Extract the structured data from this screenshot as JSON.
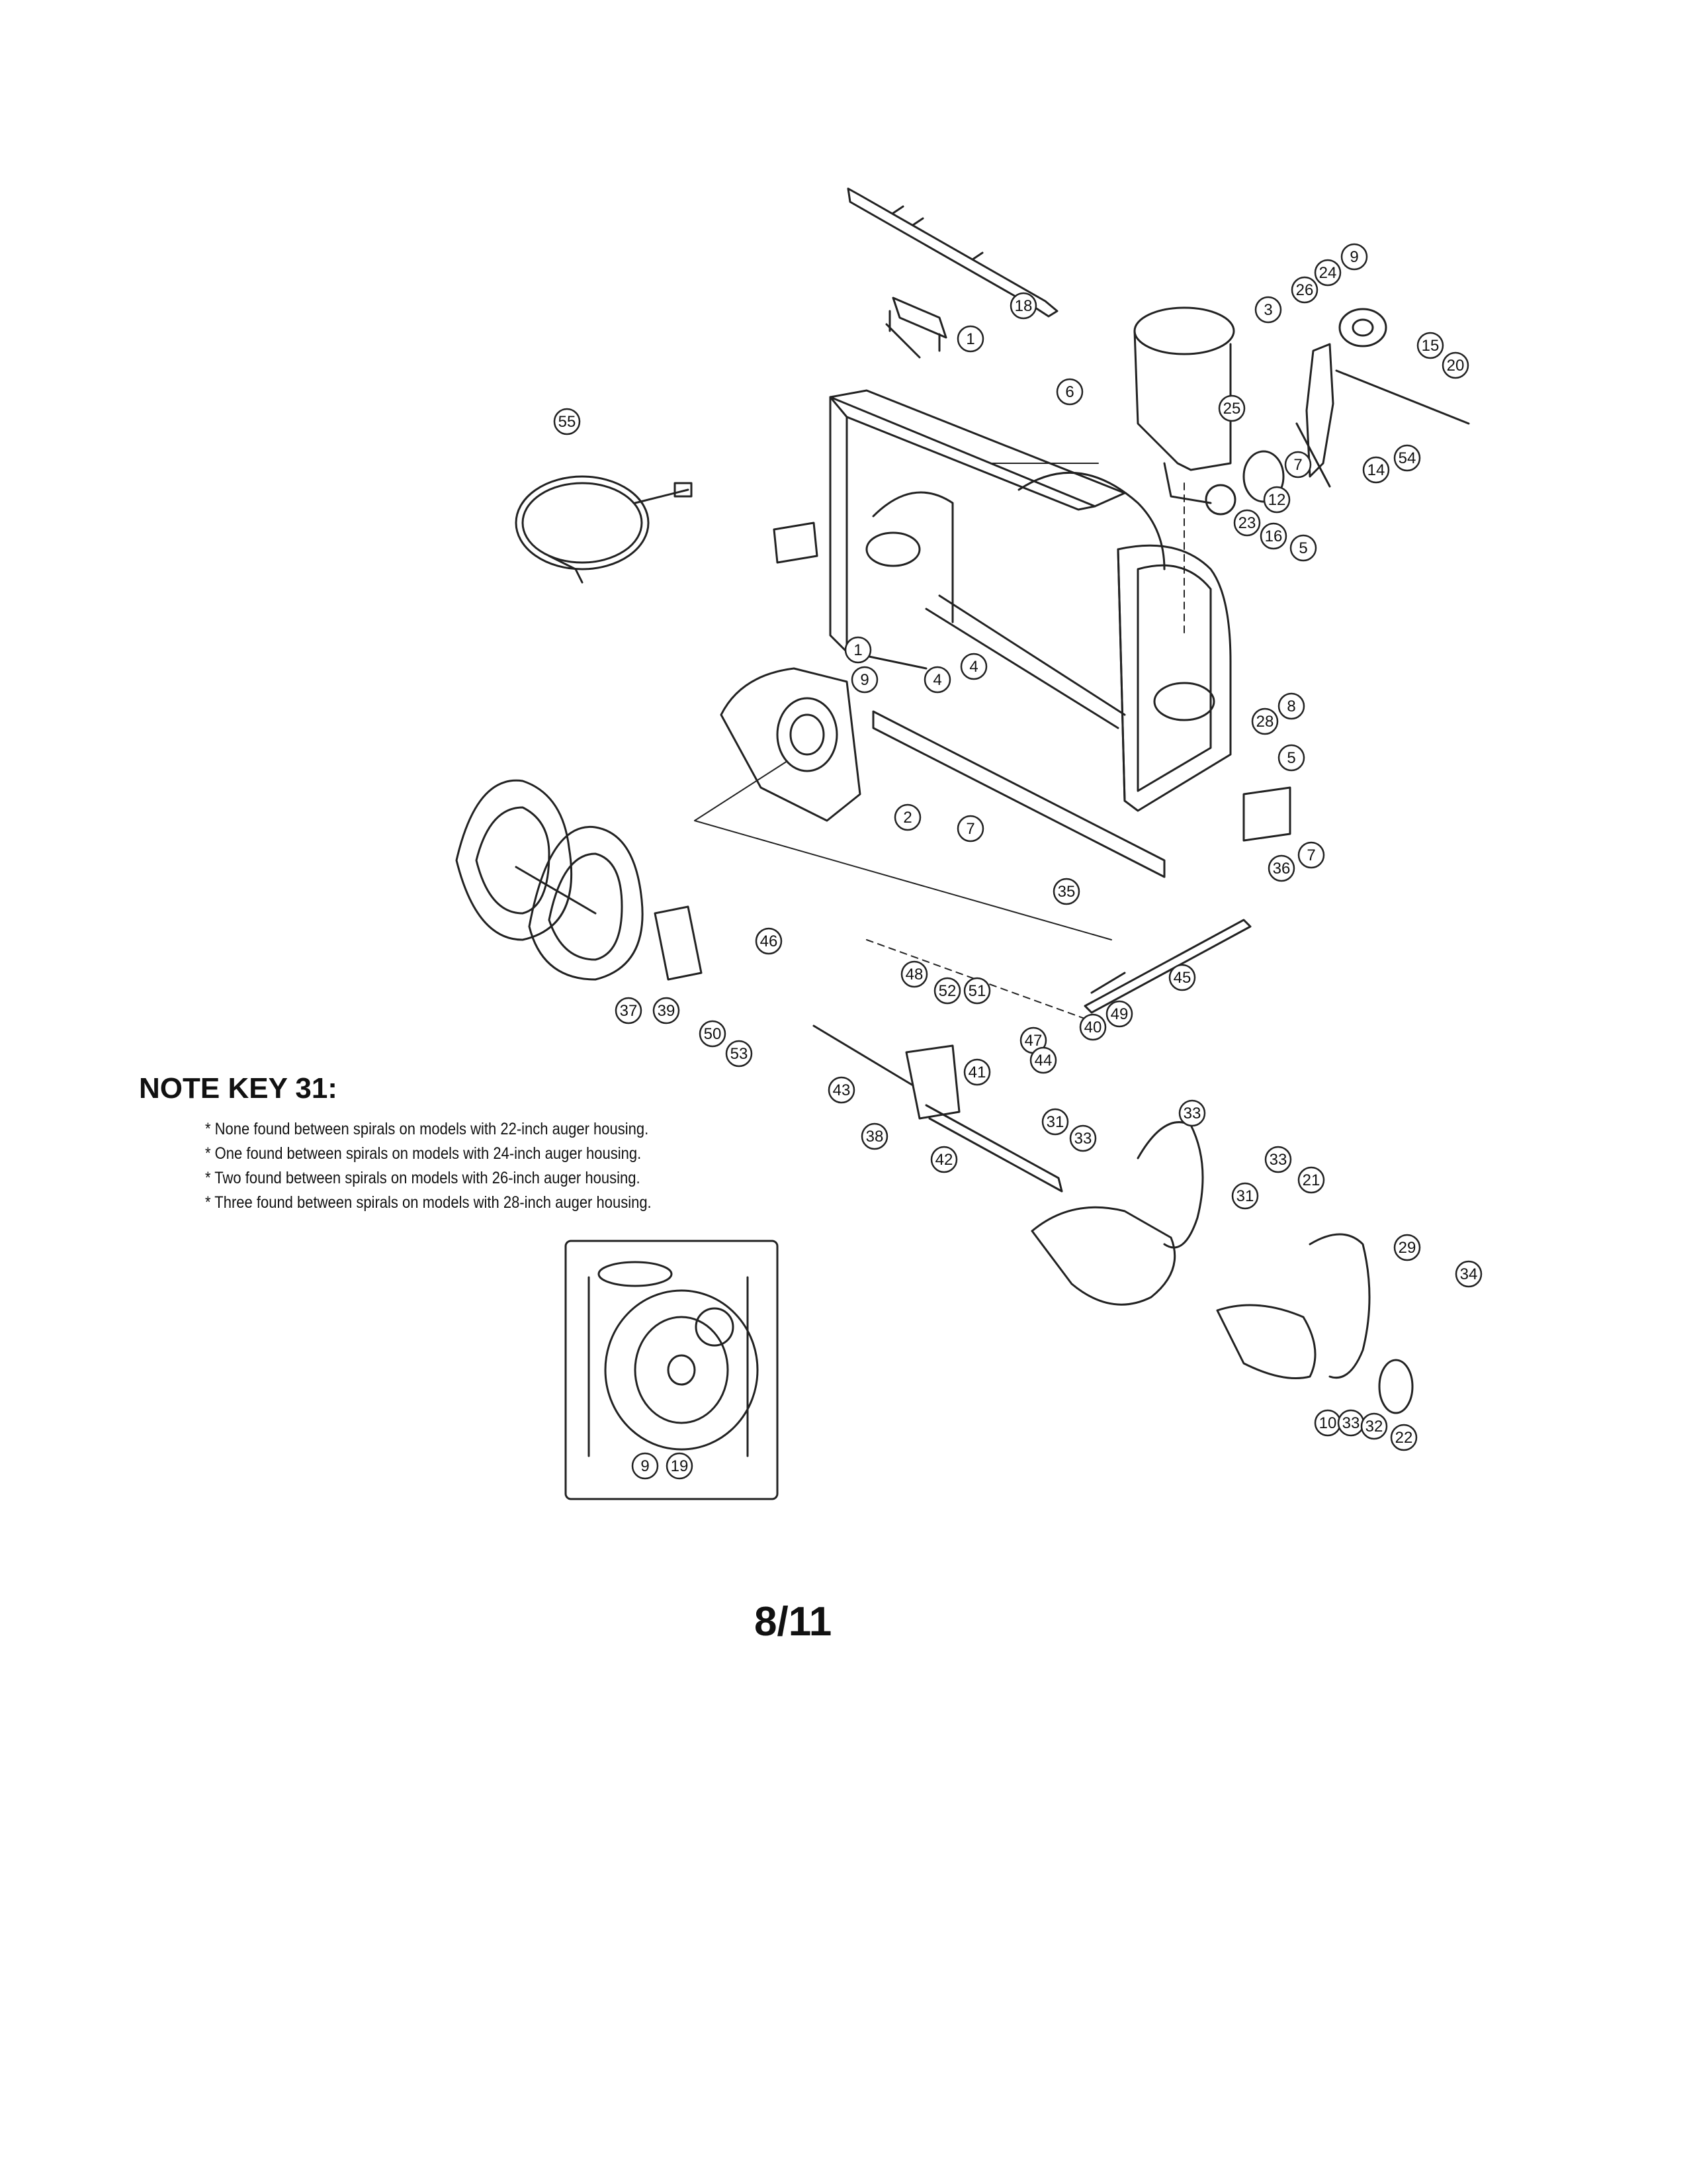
{
  "note": {
    "title": "NOTE KEY 31:",
    "lines": [
      "* None found between spirals on models with 22-inch auger housing.",
      "* One found between spirals on models with 24-inch auger housing.",
      "* Two found between spirals on models with 26-inch auger housing.",
      "* Three found between spirals on models with 28-inch auger housing."
    ]
  },
  "page_number": "8/11",
  "callouts": [
    "1",
    "18",
    "3",
    "26",
    "24",
    "9",
    "20",
    "15",
    "6",
    "25",
    "7",
    "12",
    "23",
    "16",
    "5",
    "14",
    "54",
    "55",
    "1",
    "9",
    "4",
    "4",
    "8",
    "28",
    "5",
    "2",
    "7",
    "7",
    "36",
    "35",
    "46",
    "37",
    "39",
    "50",
    "53",
    "48",
    "52",
    "51",
    "47",
    "40",
    "49",
    "45",
    "44",
    "41",
    "43",
    "38",
    "42",
    "31",
    "33",
    "33",
    "33",
    "31",
    "21",
    "29",
    "34",
    "10",
    "33",
    "32",
    "22",
    "9",
    "19"
  ]
}
